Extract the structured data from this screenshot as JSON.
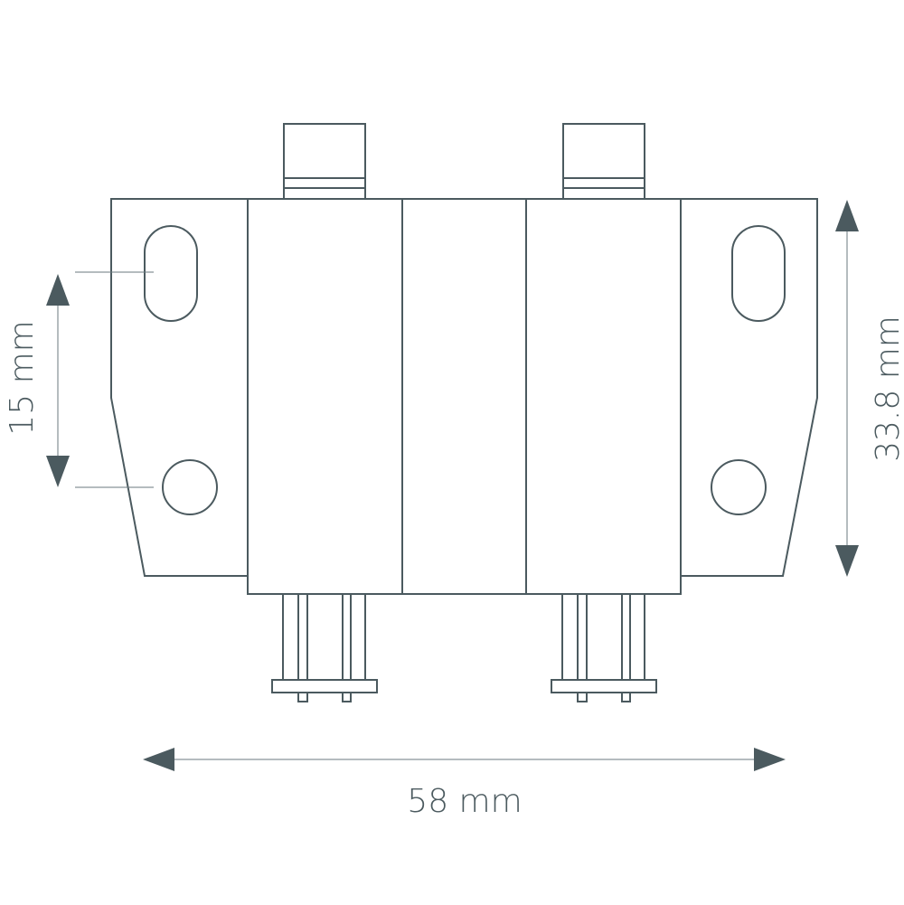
{
  "dimensions": {
    "width_label": "58 mm",
    "height_label": "33.8 mm",
    "hole_spacing_label": "15 mm"
  },
  "colors": {
    "line": "#4b5a5f"
  }
}
